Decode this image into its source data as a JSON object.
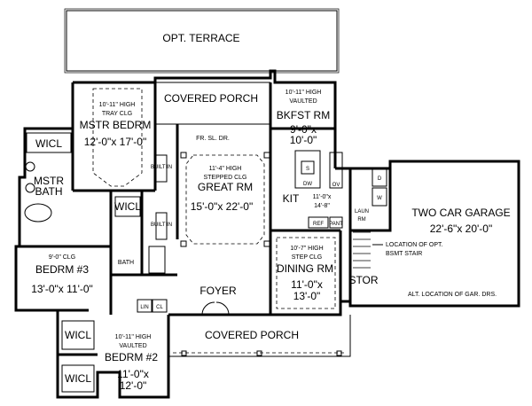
{
  "labels": {
    "opt_terrace": "OPT. TERRACE",
    "covered_porch_top": "COVERED PORCH",
    "covered_porch_bottom": "COVERED PORCH",
    "mstr_ceiling_1": "10'-11\" HIGH",
    "mstr_ceiling_2": "TRAY CLG",
    "mstr_name": "MSTR BEDRM",
    "mstr_size": "12'-0\"x 17'-0\"",
    "bkfst_ceiling_1": "10'-11\" HIGH",
    "bkfst_ceiling_2": "VAULTED",
    "bkfst_name": "BKFST RM",
    "bkfst_size_1": "9'-0\"x",
    "bkfst_size_2": "10'-0\"",
    "fr_sl_dr": "FR. SL. DR.",
    "great_ceiling_1": "11'-4\" HIGH",
    "great_ceiling_2": "STEPPED CLG",
    "great_name": "GREAT RM",
    "great_size": "15'-0\"x 22'-0\"",
    "kit_name": "KIT",
    "kit_size_1": "11'-0\"x",
    "kit_size_2": "14'-8\"",
    "wicl": "WICL",
    "mstr_bath_1": "MSTR",
    "mstr_bath_2": "BATH",
    "built_in": "BUILT IN",
    "bedrm3_ceiling": "9'-0\" CLG",
    "bedrm3_name": "BEDRM #3",
    "bedrm3_size": "13'-0\"x 11'-0\"",
    "bath": "BATH",
    "foyer": "FOYER",
    "lin": "LIN",
    "cl": "CL",
    "bedrm2_ceiling_1": "10'-11\" HIGH",
    "bedrm2_ceiling_2": "VAULTED",
    "bedrm2_name": "BEDRM #2",
    "bedrm2_size_1": "11'-0\"x",
    "bedrm2_size_2": "12'-0\"",
    "dining_ceiling_1": "10'-7\" HIGH",
    "dining_ceiling_2": "STEP CLG",
    "dining_name": "DINING RM",
    "dining_size_1": "11'-0\"x",
    "dining_size_2": "13'-0\"",
    "stor": "STOR",
    "garage_name": "TWO CAR GARAGE",
    "garage_size": "22'-6\"x 20'-0\"",
    "bsmt_note_1": "LOCATION OF OPT.",
    "bsmt_note_2": "BSMT STAIR",
    "gar_drs_note": "ALT. LOCATION OF GAR. DRS.",
    "laun_1": "LAUN",
    "laun_2": "RM",
    "dw": "DW",
    "s": "S",
    "ov": "OV",
    "ref": "REF",
    "pant": "PANT",
    "d": "D",
    "w": "W"
  }
}
